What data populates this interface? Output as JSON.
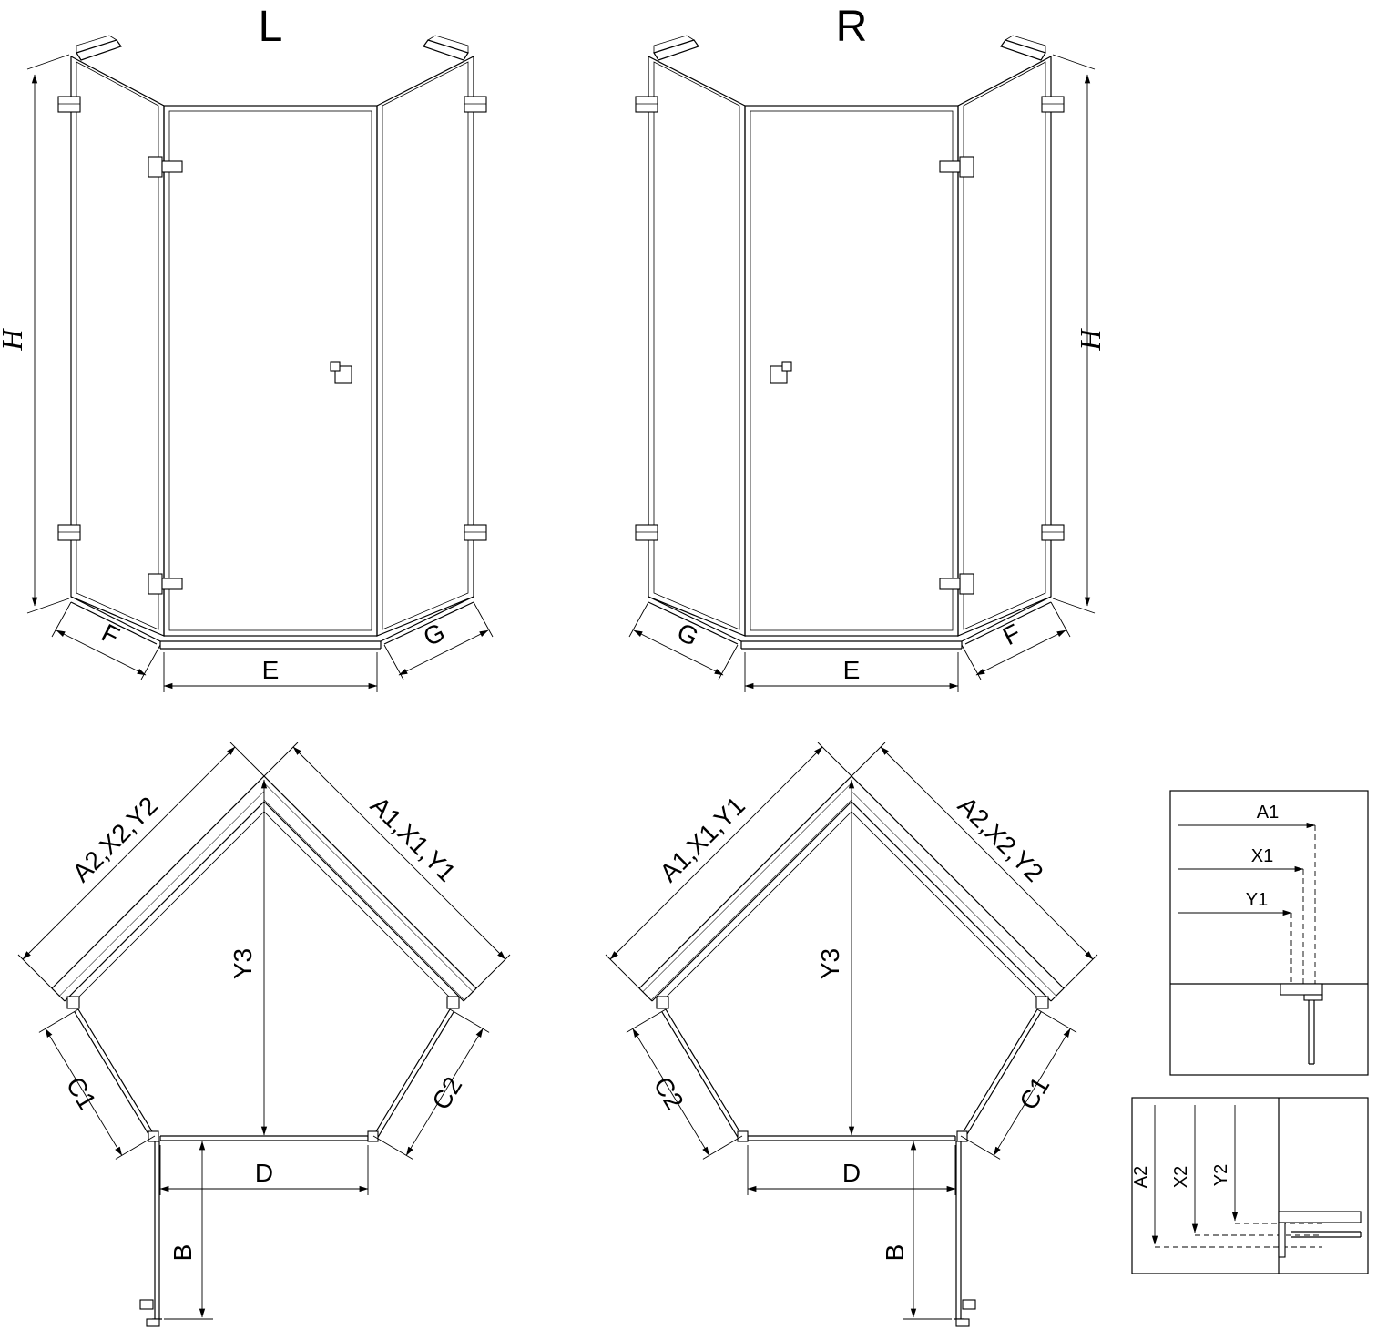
{
  "drawing": {
    "front_left": {
      "title": "L",
      "height": "H",
      "left_panel": "F",
      "door": "E",
      "right_panel": "G"
    },
    "front_right": {
      "title": "R",
      "height": "H",
      "left_panel": "G",
      "door": "E",
      "right_panel": "F"
    },
    "plan_left": {
      "upper_left": "A2,X2,Y2",
      "upper_right": "A1,X1,Y1",
      "diagonal": "Y3",
      "lower_left": "C1",
      "lower_right": "C2",
      "front_width": "D",
      "door_swing": "B"
    },
    "plan_right": {
      "upper_left": "A1,X1,Y1",
      "upper_right": "A2,X2,Y2",
      "diagonal": "Y3",
      "lower_left": "C2",
      "lower_right": "C1",
      "front_width": "D",
      "door_swing": "B"
    },
    "detail_top": {
      "row1": "A1",
      "row2": "X1",
      "row3": "Y1"
    },
    "detail_bottom": {
      "col1": "A2",
      "col2": "X2",
      "col3": "Y2"
    },
    "colors": {
      "line": "#000000",
      "background": "#ffffff"
    }
  }
}
